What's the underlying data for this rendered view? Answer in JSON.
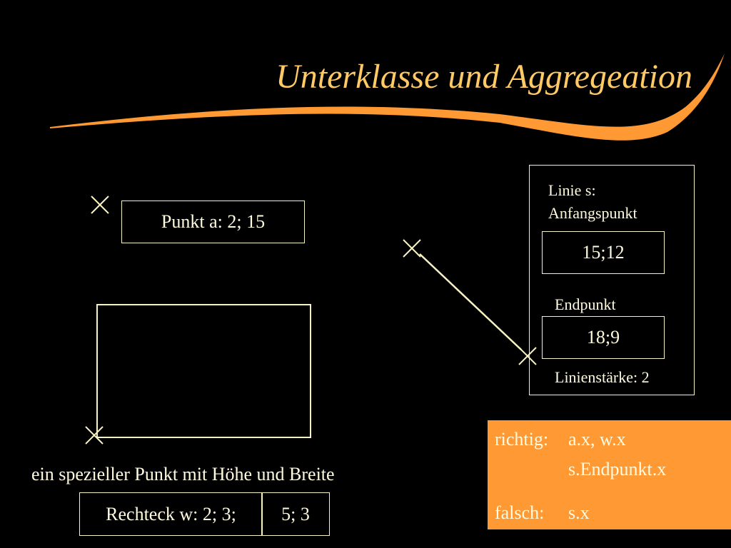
{
  "title": "Unterklasse und Aggregeation",
  "colors": {
    "background": "#000000",
    "title": "#ffc966",
    "swoosh": "#ff9933",
    "lines": "#f7f2c4",
    "answer_box": "#ff9933"
  },
  "point_box": {
    "label": "Punkt a: 2; 15"
  },
  "line_box": {
    "name": "Linie s:",
    "start_label": "Anfangspunkt",
    "start_value": "15;12",
    "end_label": "Endpunkt",
    "end_value": "18;9",
    "width_label": "Linienstärke: 2"
  },
  "rectangle": {
    "caption": "ein spezieller Punkt mit Höhe und Breite",
    "label_left": "Rechteck w: 2; 3;",
    "label_right": "5; 3"
  },
  "answer": {
    "correct_label": "richtig:",
    "correct_line1": "a.x, w.x",
    "correct_line2": "s.Endpunkt.x",
    "wrong_label": "falsch:",
    "wrong_value": "s.x"
  }
}
